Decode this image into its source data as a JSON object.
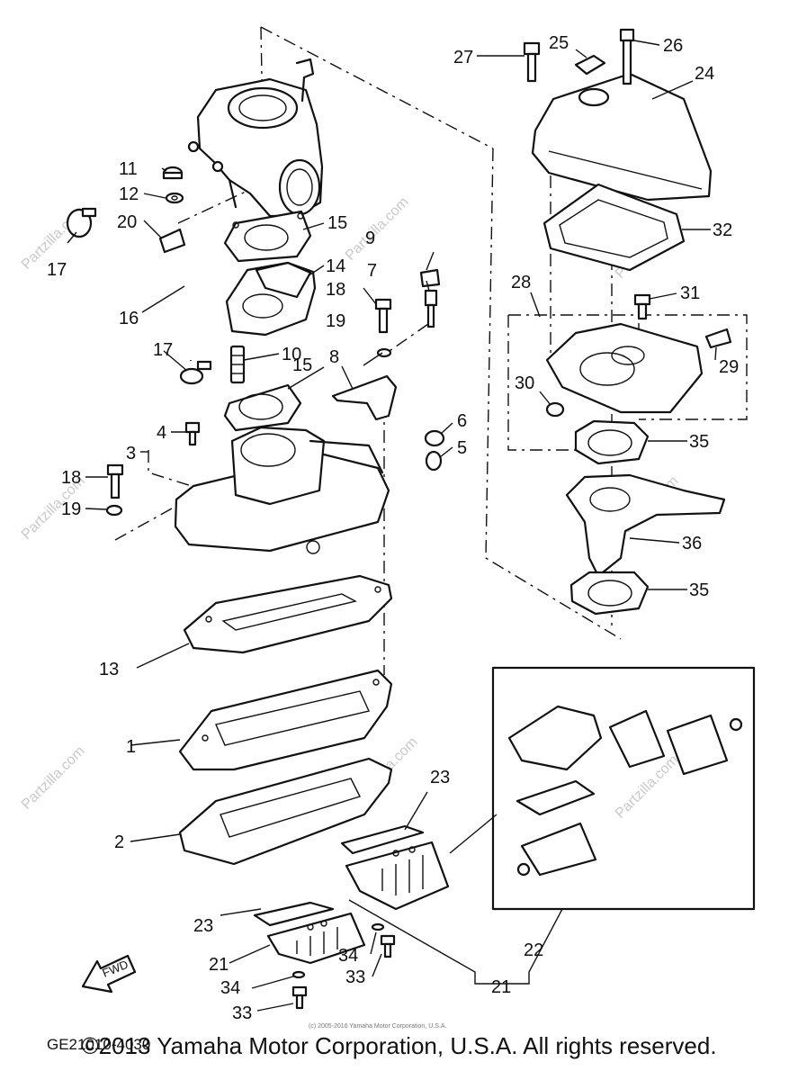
{
  "diagram": {
    "callouts": [
      "1",
      "2",
      "3",
      "4",
      "5",
      "6",
      "7",
      "8",
      "9",
      "10",
      "11",
      "12",
      "13",
      "14",
      "15",
      "15",
      "16",
      "17",
      "17",
      "18",
      "18",
      "19",
      "19",
      "20",
      "21",
      "21",
      "22",
      "23",
      "23",
      "24",
      "25",
      "26",
      "27",
      "28",
      "29",
      "30",
      "31",
      "32",
      "33",
      "33",
      "34",
      "34",
      "35",
      "35",
      "36"
    ],
    "fwd_label": "FWD",
    "diagram_code": "GE21010-4030",
    "watermark": "Partzilla.com",
    "small_copyright": "(c) 2005-2016 Yamaha Motor Corporation, U.S.A."
  },
  "copyright": "©2013 Yamaha Motor Corporation, U.S.A. All rights reserved."
}
